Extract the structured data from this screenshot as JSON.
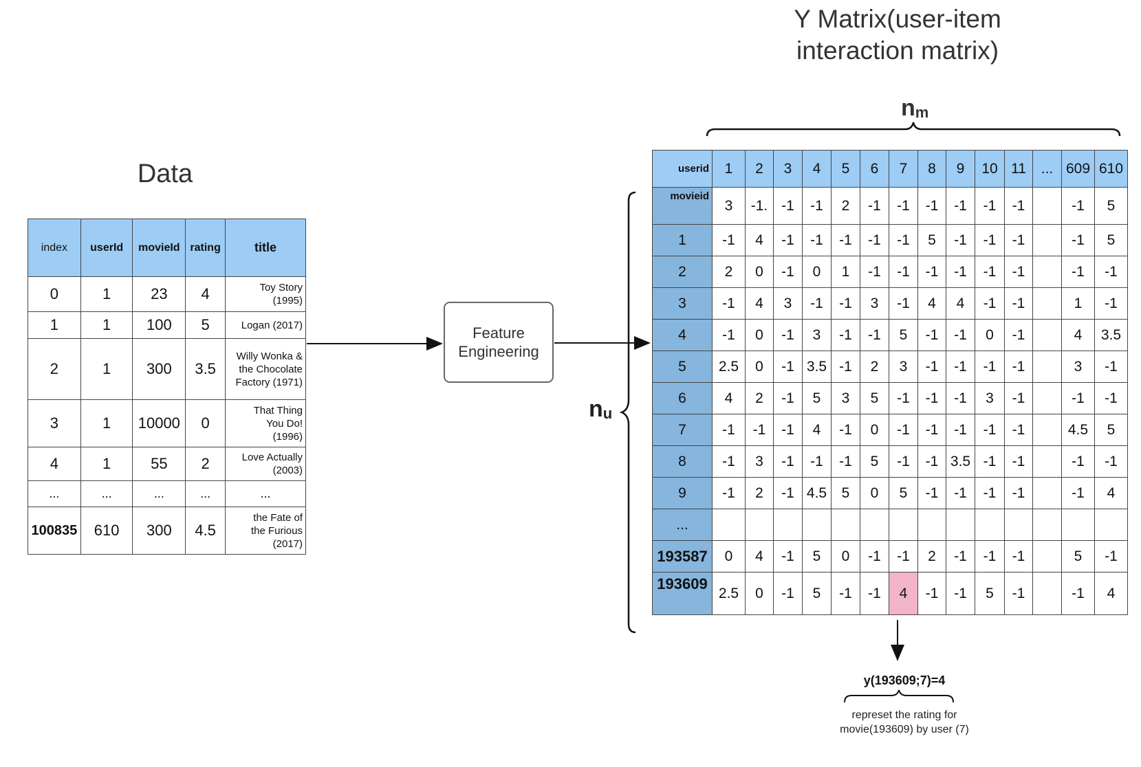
{
  "data_title": "Data",
  "data_table": {
    "headers": [
      "index",
      "userId",
      "movieId",
      "rating",
      "title"
    ],
    "rows": [
      [
        "0",
        "1",
        "23",
        "4",
        "Toy Story (1995)"
      ],
      [
        "1",
        "1",
        "100",
        "5",
        "Logan (2017)"
      ],
      [
        "2",
        "1",
        "300",
        "3.5",
        "Willy Wonka & the Chocolate Factory (1971)"
      ],
      [
        "3",
        "1",
        "10000",
        "0",
        "That Thing You Do! (1996)"
      ],
      [
        "4",
        "1",
        "55",
        "2",
        "Love Actually (2003)"
      ],
      [
        "...",
        "...",
        "...",
        "...",
        "..."
      ],
      [
        "100835",
        "610",
        "300",
        "4.5",
        "the Fate of the Furious (2017)"
      ]
    ]
  },
  "process": {
    "label_line1": "Feature",
    "label_line2": "Engineering"
  },
  "matrix_title_line1": "Y Matrix(user-item",
  "matrix_title_line2": "interaction matrix)",
  "nm": {
    "main": "n",
    "sub": "m"
  },
  "nu": {
    "main": "n",
    "sub": "u"
  },
  "matrix": {
    "corner_top": "userid",
    "corner_bottom": "movieid",
    "user_ids": [
      "1",
      "2",
      "3",
      "4",
      "5",
      "6",
      "7",
      "8",
      "9",
      "10",
      "11",
      "...",
      "609",
      "610"
    ],
    "rows": [
      {
        "label": "",
        "values": [
          "3",
          "-1.",
          "-1",
          "-1",
          "2",
          "-1",
          "-1",
          "-1",
          "-1",
          "-1",
          "-1",
          "",
          "-1",
          "5"
        ]
      },
      {
        "label": "1",
        "values": [
          "-1",
          "4",
          "-1",
          "-1",
          "-1",
          "-1",
          "-1",
          "5",
          "-1",
          "-1",
          "-1",
          "",
          "-1",
          "5"
        ]
      },
      {
        "label": "2",
        "values": [
          "2",
          "0",
          "-1",
          "0",
          "1",
          "-1",
          "-1",
          "-1",
          "-1",
          "-1",
          "-1",
          "",
          "-1",
          "-1"
        ]
      },
      {
        "label": "3",
        "values": [
          "-1",
          "4",
          "3",
          "-1",
          "-1",
          "3",
          "-1",
          "4",
          "4",
          "-1",
          "-1",
          "",
          "1",
          "-1"
        ]
      },
      {
        "label": "4",
        "values": [
          "-1",
          "0",
          "-1",
          "3",
          "-1",
          "-1",
          "5",
          "-1",
          "-1",
          "0",
          "-1",
          "",
          "4",
          "3.5"
        ]
      },
      {
        "label": "5",
        "values": [
          "2.5",
          "0",
          "-1",
          "3.5",
          "-1",
          "2",
          "3",
          "-1",
          "-1",
          "-1",
          "-1",
          "",
          "3",
          "-1"
        ]
      },
      {
        "label": "6",
        "values": [
          "4",
          "2",
          "-1",
          "5",
          "3",
          "5",
          "-1",
          "-1",
          "-1",
          "3",
          "-1",
          "",
          "-1",
          "-1"
        ]
      },
      {
        "label": "7",
        "values": [
          "-1",
          "-1",
          "-1",
          "4",
          "-1",
          "0",
          "-1",
          "-1",
          "-1",
          "-1",
          "-1",
          "",
          "4.5",
          "5"
        ]
      },
      {
        "label": "8",
        "values": [
          "-1",
          "3",
          "-1",
          "-1",
          "-1",
          "5",
          "-1",
          "-1",
          "3.5",
          "-1",
          "-1",
          "",
          "-1",
          "-1"
        ]
      },
      {
        "label": "9",
        "values": [
          "-1",
          "2",
          "-1",
          "4.5",
          "5",
          "0",
          "5",
          "-1",
          "-1",
          "-1",
          "-1",
          "",
          "-1",
          "4"
        ]
      },
      {
        "label": "...",
        "values": [
          "",
          "",
          "",
          "",
          "",
          "",
          "",
          "",
          "",
          "",
          "",
          "",
          "",
          ""
        ]
      },
      {
        "label": "193587",
        "values": [
          "0",
          "4",
          "-1",
          "5",
          "0",
          "-1",
          "-1",
          "2",
          "-1",
          "-1",
          "-1",
          "",
          "5",
          "-1"
        ]
      },
      {
        "label": "193609",
        "values": [
          "2.5",
          "0",
          "-1",
          "5",
          "-1",
          "-1",
          "4",
          "-1",
          "-1",
          "5",
          "-1",
          "",
          "-1",
          "4"
        ]
      }
    ],
    "highlight_color": "#f2b4c9"
  },
  "annotation": {
    "equation": "y(193609;7)=4",
    "description_line1": "represet the rating for",
    "description_line2": "movie(193609) by user (7)"
  }
}
